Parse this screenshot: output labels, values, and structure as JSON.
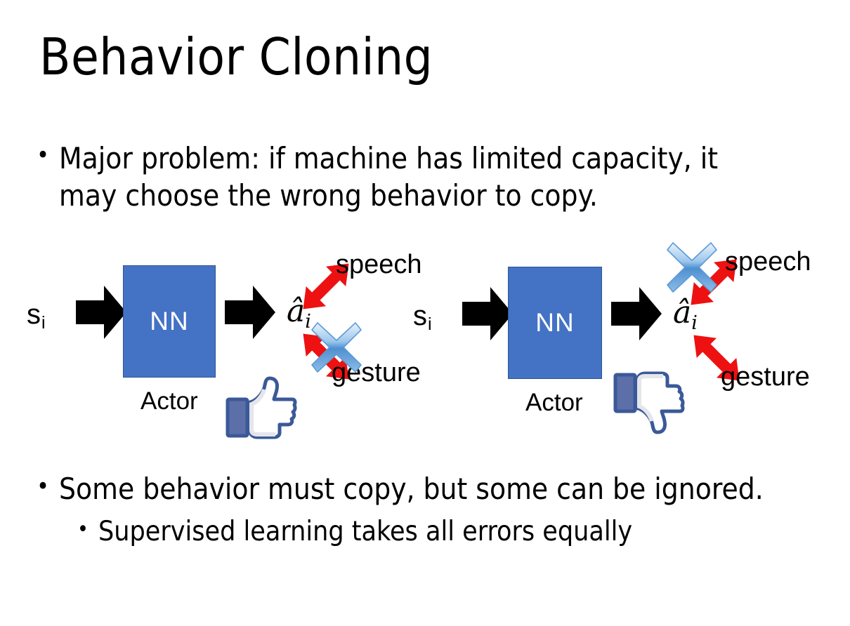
{
  "slide": {
    "title": "Behavior Cloning",
    "bullet_char": "•",
    "bullets": [
      {
        "id": "b1",
        "text": "Major problem: if machine has limited capacity, it may choose the wrong behavior to copy.",
        "level": 1
      },
      {
        "id": "b2",
        "text": "Some behavior must copy, but some can be ignored.",
        "level": 1
      },
      {
        "id": "b3",
        "text": "Supervised learning takes all errors equally",
        "level": 2
      }
    ]
  },
  "diagrams": [
    {
      "id": "left",
      "input_label": "s",
      "input_subscript": "i",
      "box_label": "NN",
      "box_caption": "Actor",
      "output_label": "â",
      "output_subscript": "i",
      "branches": [
        {
          "name": "speech",
          "crossed_out": false
        },
        {
          "name": "gesture",
          "crossed_out": true
        }
      ],
      "verdict_icon": "thumbs-up-icon",
      "verdict": "approved"
    },
    {
      "id": "right",
      "input_label": "s",
      "input_subscript": "i",
      "box_label": "NN",
      "box_caption": "Actor",
      "output_label": "â",
      "output_subscript": "i",
      "branches": [
        {
          "name": "speech",
          "crossed_out": true
        },
        {
          "name": "gesture",
          "crossed_out": false
        }
      ],
      "verdict_icon": "thumbs-down-icon",
      "verdict": "rejected"
    }
  ],
  "colors": {
    "background": "#FFFFFF",
    "text": "#000000",
    "nn_box_fill": "#4472C4",
    "nn_box_border": "#2E5496",
    "nn_box_text": "#FFFFFF",
    "arrow_black": "#000000",
    "arrow_red": "#EE1111",
    "x_mark_blue_light": "#CFE2F6",
    "x_mark_blue_dark": "#2E76C4",
    "hand_outline": "#3B5998",
    "hand_fill": "#FFFFFF",
    "hand_cuff": "#5C6FA8"
  }
}
